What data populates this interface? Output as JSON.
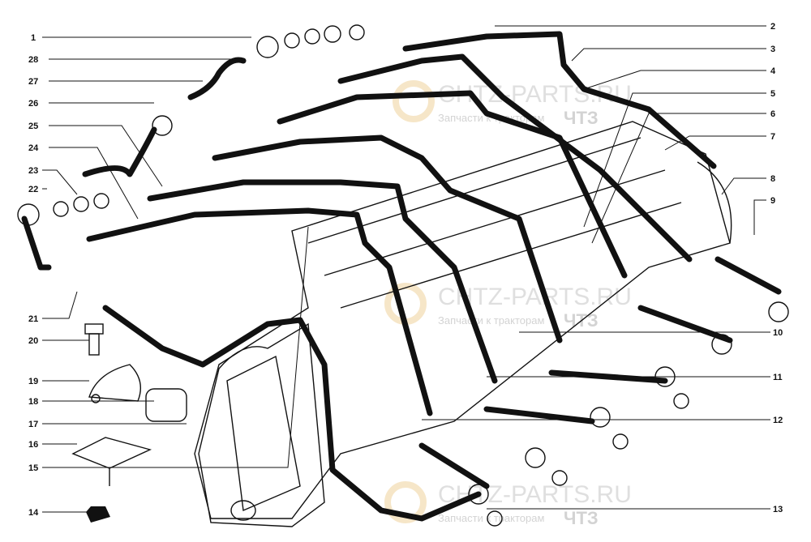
{
  "diagram": {
    "callouts_left": [
      "1",
      "28",
      "27",
      "26",
      "25",
      "24",
      "23",
      "22",
      "21",
      "20",
      "19",
      "18",
      "17",
      "16",
      "15",
      "14"
    ],
    "callouts_right": [
      "2",
      "3",
      "4",
      "5",
      "6",
      "7",
      "8",
      "9",
      "10",
      "11",
      "12",
      "13"
    ]
  },
  "watermark": {
    "site": "CHTZ-PARTS.RU",
    "tagline": "Запчасти к тракторам",
    "brand": "ЧТЗ"
  }
}
